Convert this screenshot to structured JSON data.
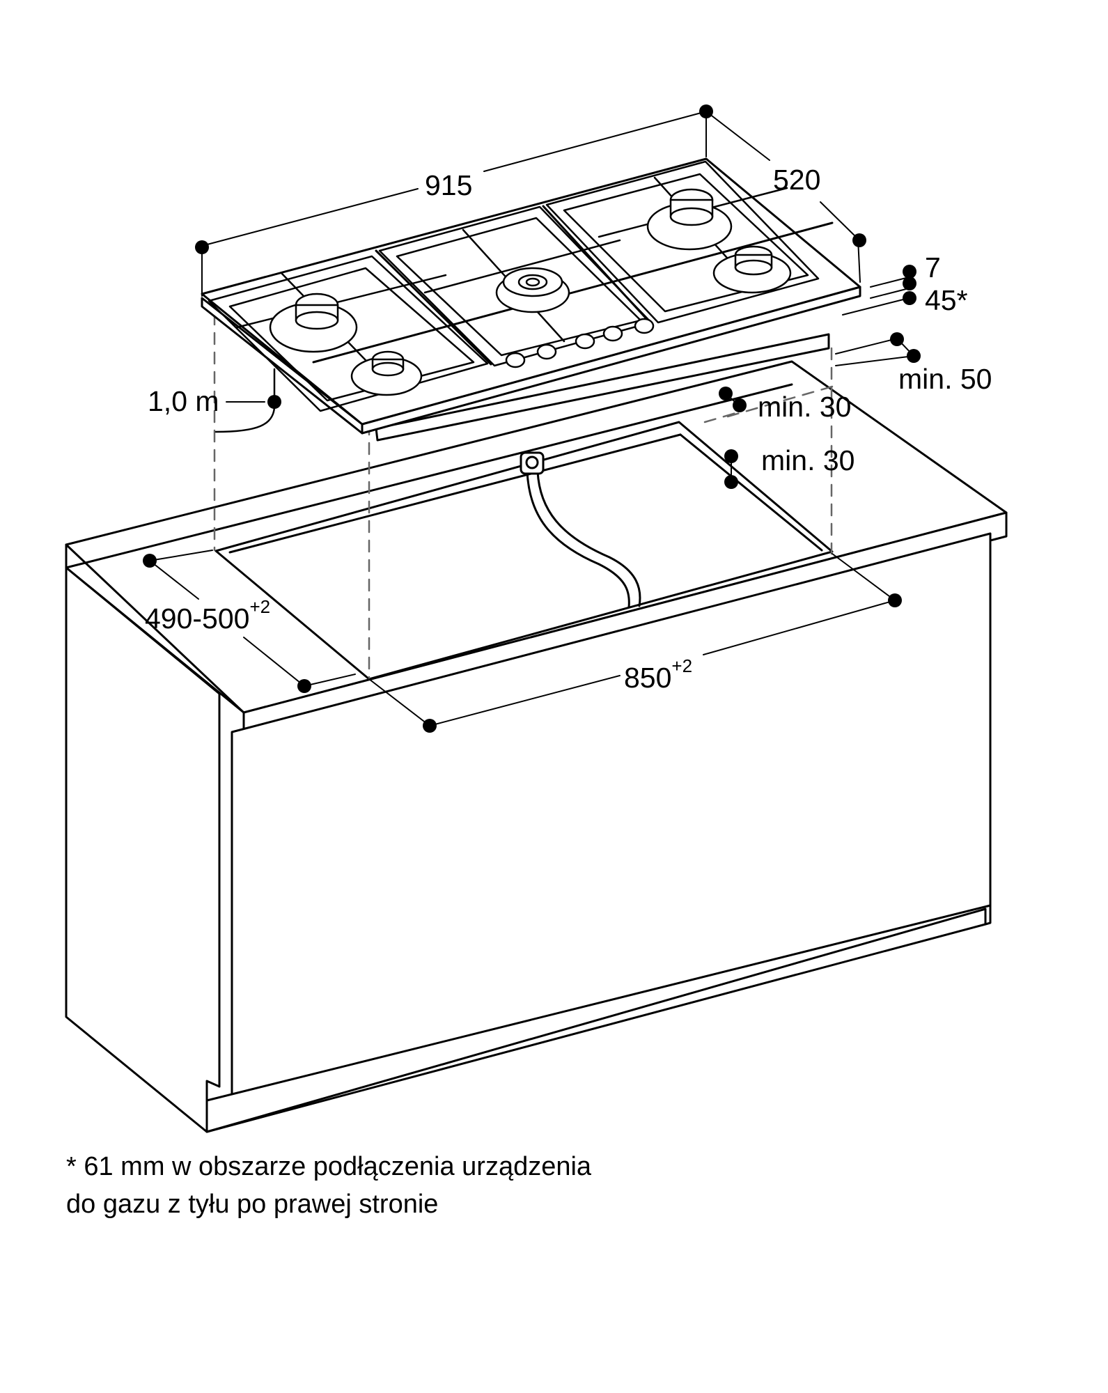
{
  "dimensions": {
    "width": "915",
    "depth": "520",
    "thickness_top": "7",
    "thickness_bottom": "45*",
    "rear_clearance": "min. 50",
    "side_clearance_top": "min. 30",
    "side_clearance_cut": "min. 30",
    "cable_length": "1,0 m",
    "cutout_depth": "490-500",
    "cutout_depth_tolerance": "+2",
    "cutout_width": "850",
    "cutout_width_tolerance": "+2"
  },
  "footnote": {
    "line1": "* 61 mm w obszarze podłączenia urządzenia",
    "line2": "do gazu z tyłu po prawej stronie"
  },
  "colors": {
    "line": "#000000",
    "background": "#ffffff"
  }
}
